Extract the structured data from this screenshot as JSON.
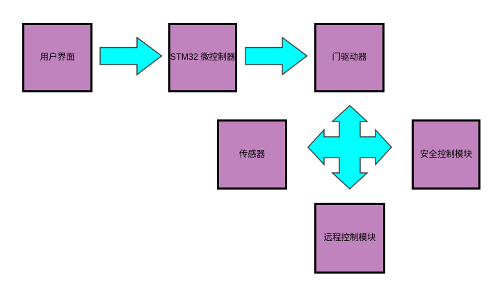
{
  "diagram": {
    "background_color": "#ffffff",
    "node_fill_color": "#c183be",
    "node_border_color": "#000000",
    "arrow_fill_color": "#00ffff",
    "arrow_outline_color": "#3f3f3f",
    "nodes": [
      {
        "label": "用户界面"
      },
      {
        "label": "STM32 微控制器"
      },
      {
        "label": "门驱动器"
      },
      {
        "label": "传感器"
      },
      {
        "label": "安全控制模块"
      },
      {
        "label": "远程控制模块"
      }
    ],
    "connections": [
      {
        "from": "用户界面",
        "to": "STM32 微控制器",
        "type": "right-arrow"
      },
      {
        "from": "STM32 微控制器",
        "to": "门驱动器",
        "type": "right-arrow"
      },
      {
        "between": [
          "门驱动器",
          "传感器",
          "安全控制模块",
          "远程控制模块"
        ],
        "type": "four-way-arrow"
      }
    ]
  }
}
